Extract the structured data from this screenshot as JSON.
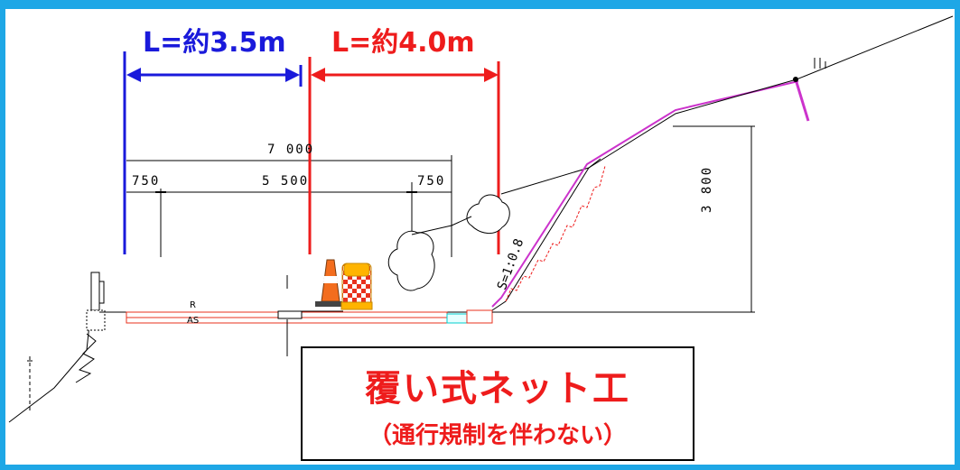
{
  "labels": {
    "blue_length": "L=約3.5m",
    "red_length": "L=約4.0m"
  },
  "dimensions": {
    "total_width": "7 000",
    "left_shoulder": "750",
    "carriageway": "5 500",
    "right_shoulder": "750",
    "slope_height": "3 800",
    "slope_ratio": "S=1:0.8"
  },
  "pavement_labels": {
    "r": "R",
    "as": "AS"
  },
  "callout": {
    "title": "覆い式ネット工",
    "subtitle": "（通行規制を伴わない）"
  },
  "colors": {
    "frame": "#1ea7e6",
    "blue": "#1a1adb",
    "red": "#ee1c1c",
    "net": "#cc33cc"
  }
}
